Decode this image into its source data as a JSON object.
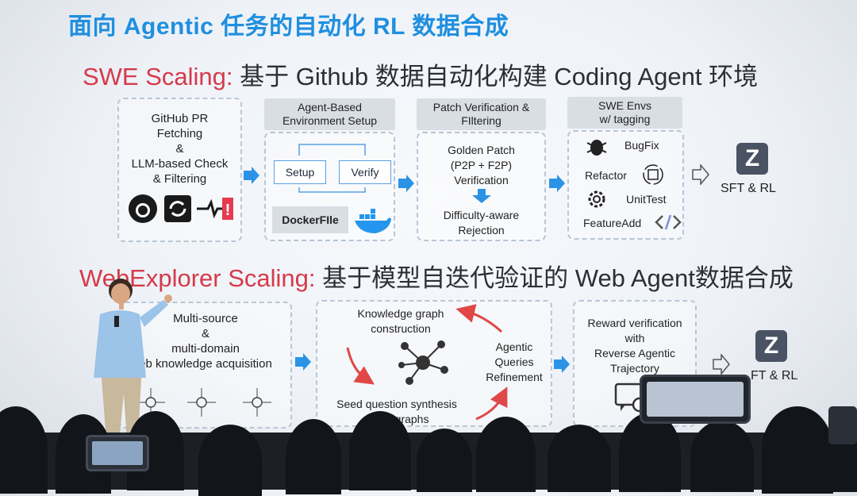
{
  "title": "面向 Agentic 任务的自动化 RL 数据合成",
  "swe": {
    "label_highlight": "SWE Scaling:",
    "label_rest": " 基于 Github 数据自动化构建 Coding Agent 环境",
    "box1": [
      "GitHub PR",
      "Fetching",
      "&",
      "LLM-based Check",
      "& Filtering"
    ],
    "box2_head": [
      "Agent-Based",
      "Environment Setup"
    ],
    "setup": "Setup",
    "verify": "Verify",
    "docker": "DockerFIle",
    "box3_head": [
      "Patch Verification &",
      "FIltering"
    ],
    "box3_body": [
      "Golden Patch",
      "(P2P + F2P)",
      "Verification"
    ],
    "box3_tail": [
      "Difficulty-aware",
      "Rejection"
    ],
    "box4_head": [
      "SWE Envs",
      "w/ tagging"
    ],
    "tags": {
      "bugfix": "BugFix",
      "refactor": "Refactor",
      "unittest": "UnitTest",
      "featureadd": "FeatureAdd"
    },
    "out": "SFT & RL"
  },
  "web": {
    "label_highlight": "WebExplorer Scaling:",
    "label_rest": " 基于模型自迭代验证的 Web Agent数据合成",
    "box1": [
      "Multi-source",
      "&",
      "multi-domain",
      "eb knowledge acquisition"
    ],
    "kg": [
      "Knowledge graph",
      "construction"
    ],
    "refine": [
      "Agentic",
      "Queries",
      "Refinement"
    ],
    "seed": [
      "Seed question synthesis",
      "m subgraphs"
    ],
    "reward": [
      "Reward verification",
      "with",
      "Reverse Agentic",
      "Trajectory"
    ],
    "out": "FT & RL"
  },
  "colors": {
    "title": "#1f8fe0",
    "highlight": "#d63a4a",
    "arrow": "#2b93e6",
    "curve": "#e04848"
  }
}
